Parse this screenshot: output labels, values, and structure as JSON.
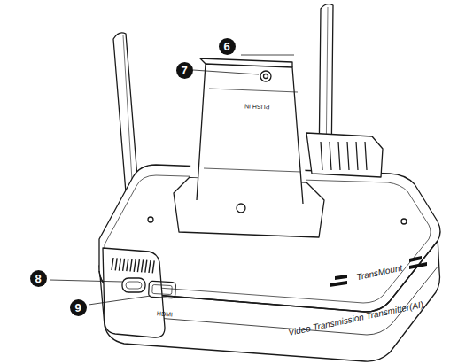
{
  "diagram": {
    "labels": [
      "6",
      "7",
      "8",
      "9",
      "PUSH IN",
      "HDMI",
      "TransMount",
      "Video Transmission Transmitter(AI)"
    ]
  }
}
